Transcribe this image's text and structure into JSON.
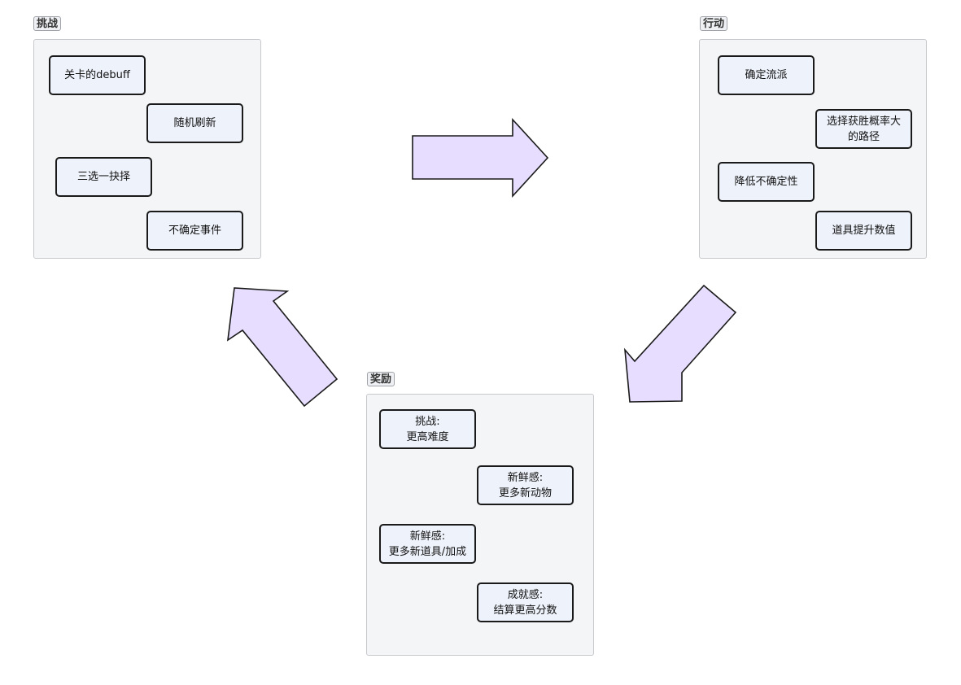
{
  "groups": {
    "challenge": {
      "label": "挑战",
      "nodes": [
        "关卡的debuff",
        "随机刷新",
        "三选一抉择",
        "不确定事件"
      ]
    },
    "action": {
      "label": "行动",
      "nodes": [
        "确定流派",
        "选择获胜概率大\n的路径",
        "降低不确定性",
        "道具提升数值"
      ]
    },
    "reward": {
      "label": "奖励",
      "nodes": [
        "挑战:\n更高难度",
        "新鲜感:\n更多新动物",
        "新鲜感:\n更多新道具/加成",
        "成就感:\n结算更高分数"
      ]
    }
  },
  "colors": {
    "arrow_fill": "#e6ddff",
    "node_fill": "#eef2fb",
    "panel_fill": "#f4f5f7"
  }
}
